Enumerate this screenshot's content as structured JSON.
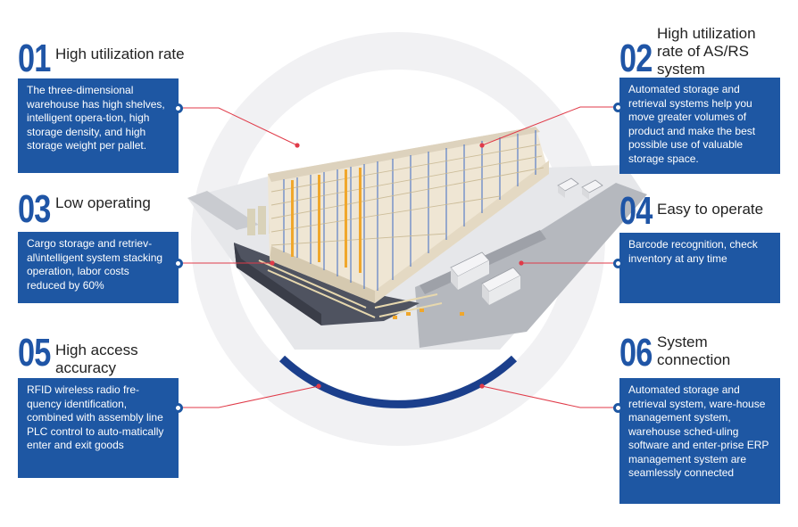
{
  "colors": {
    "accent": "#1e57a3",
    "number": "#1f55a6",
    "leader": "#e03a48",
    "ring": "#1b3f8c"
  },
  "features": [
    {
      "number": "01",
      "title_lines": [
        "High utilization rate"
      ],
      "description": "The three-dimensional warehouse has high shelves, intelligent opera-tion, high storage density, and high storage weight per pallet."
    },
    {
      "number": "02",
      "title_lines": [
        "High utilization",
        "rate of AS/RS",
        "system"
      ],
      "description": "Automated storage and retrieval systems help you move greater volumes of product and make the best possible use of valuable storage space."
    },
    {
      "number": "03",
      "title_lines": [
        "Low operating"
      ],
      "description": "Cargo storage and retriev-al\\intelligent system stacking operation, labor costs reduced by 60%"
    },
    {
      "number": "04",
      "title_lines": [
        "Easy to operate"
      ],
      "description": "Barcode recognition, check inventory at any time"
    },
    {
      "number": "05",
      "title_lines": [
        "High access",
        "accuracy"
      ],
      "description": "RFID wireless radio fre-quency identification, combined with assembly line PLC control to auto-matically enter and exit goods"
    },
    {
      "number": "06",
      "title_lines": [
        "System",
        "connection"
      ],
      "description": "Automated storage and retrieval system, ware-house management system, warehouse sched-uling software and enter-prise ERP management system are seamlessly connected"
    }
  ]
}
